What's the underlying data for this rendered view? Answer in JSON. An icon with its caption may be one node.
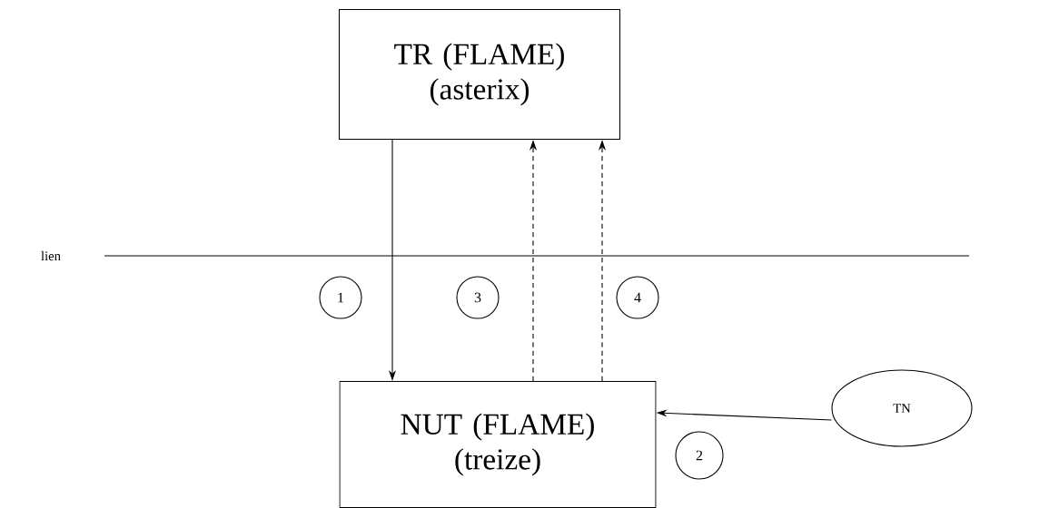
{
  "diagram": {
    "nodes": [
      {
        "text": [
          "TR (FLAME) (asterix)"
        ]
      },
      {
        "text": [
          "NUT (FLAME) (treize)"
        ]
      },
      {
        "text": [
          "TN"
        ]
      },
      {
        "text": [
          "1"
        ]
      },
      {
        "text": [
          "3"
        ]
      },
      {
        "text": [
          "4"
        ]
      },
      {
        "text": [
          "2"
        ]
      }
    ],
    "edges": [
      {
        "from": 0,
        "to": 1,
        "arrow": "to"
      },
      {
        "from": 1,
        "to": 0,
        "arrow": "to",
        "style": "dashed"
      },
      {
        "from": 1,
        "to": 0,
        "arrow": "to",
        "style": "dashed"
      },
      {
        "from": 2,
        "to": 1,
        "arrow": "to"
      }
    ],
    "labels": [
      "lien"
    ]
  }
}
